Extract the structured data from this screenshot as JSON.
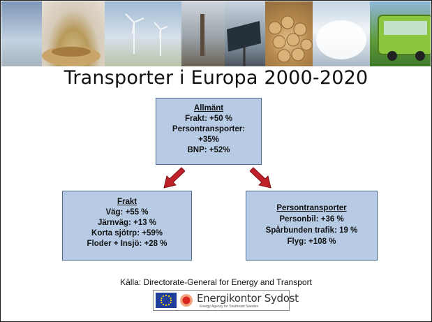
{
  "title": "Transporter i Europa 2000-2020",
  "general_box": {
    "heading": "Allmänt",
    "lines": [
      "Frakt: +50 %",
      "Persontransporter:",
      "+35%",
      "BNP: +52%"
    ]
  },
  "freight_box": {
    "heading": "Frakt",
    "lines": [
      "Väg: +55 %",
      "Järnväg: +13 %",
      "Korta sjötrp: +59%",
      "Floder + Insjö: +28 %"
    ]
  },
  "passenger_box": {
    "heading": "Persontransporter",
    "lines": [
      "Personbil: +36 %",
      "Spårbunden trafik: 19 %",
      "Flyg: +108 %"
    ]
  },
  "source": "Källa: Directorate-General for Energy and Transport",
  "logo": {
    "name": "Energikontor Sydost",
    "tagline": "Energy Agency for Southeast Sweden"
  },
  "colors": {
    "box_fill": "#b7cbe4",
    "box_border": "#4a6a90",
    "arrow": "#c0202a"
  }
}
